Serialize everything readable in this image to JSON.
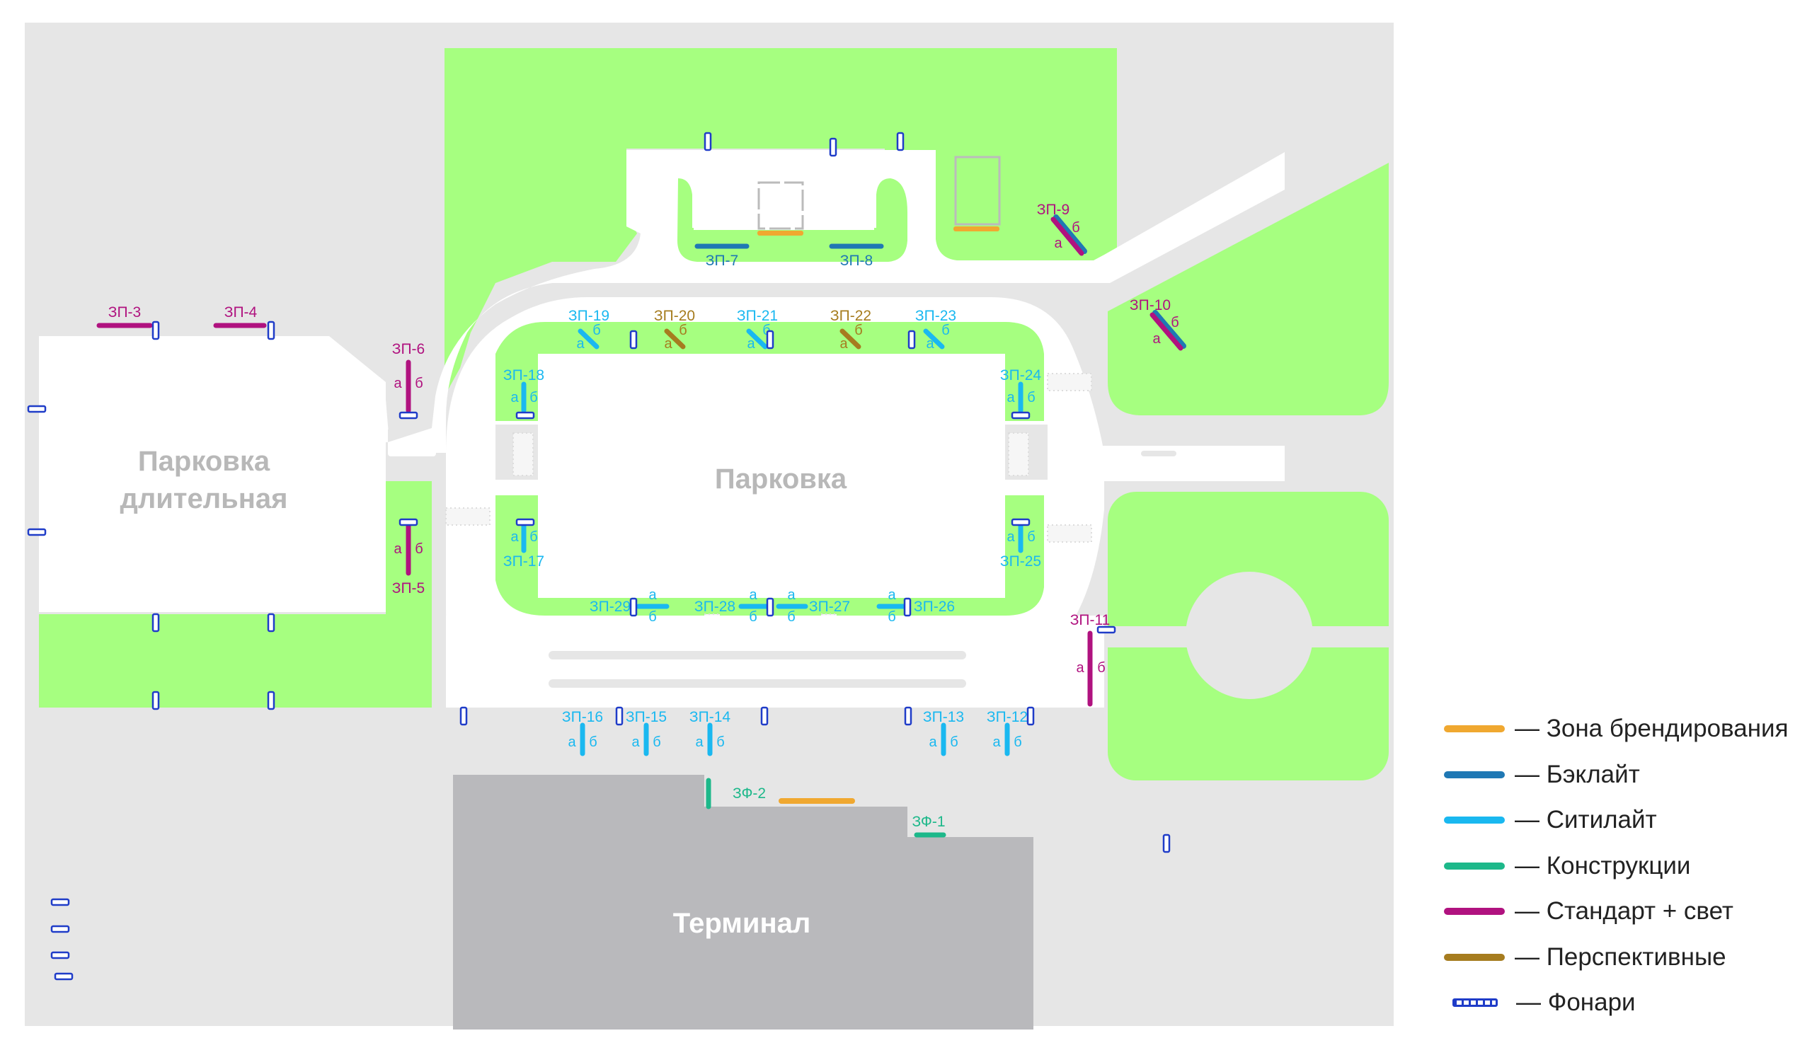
{
  "labels": {
    "parking_long": [
      "Парковка",
      "длительная"
    ],
    "parking": "Парковка",
    "terminal": "Терминал"
  },
  "colors": {
    "branding": "#f0a830",
    "backlight": "#1f78b4",
    "citylight": "#1ab8f0",
    "construction": "#1db88a",
    "standard": "#b0127f",
    "perspective": "#a67c1f",
    "lamps": "#1f3cc8",
    "grass": "#a6ff80",
    "asphalt": "#e6e6e6",
    "road": "#ffffff",
    "terminal": "#b9b9bc"
  },
  "points": [
    {
      "id": "ЗП-3",
      "type": "standard"
    },
    {
      "id": "ЗП-4",
      "type": "standard"
    },
    {
      "id": "ЗП-6",
      "type": "standard",
      "a": "а",
      "b": "б"
    },
    {
      "id": "ЗП-5",
      "type": "standard",
      "a": "а",
      "b": "б"
    },
    {
      "id": "ЗП-7",
      "type": "backlight"
    },
    {
      "id": "ЗП-8",
      "type": "backlight"
    },
    {
      "id": "ЗП-9",
      "type": "standard",
      "a": "а",
      "b": "б"
    },
    {
      "id": "ЗП-10",
      "type": "standard",
      "a": "а",
      "b": "б"
    },
    {
      "id": "ЗП-11",
      "type": "standard",
      "a": "а",
      "b": "б"
    },
    {
      "id": "ЗП-19",
      "type": "citylight",
      "a": "а",
      "b": "б"
    },
    {
      "id": "ЗП-20",
      "type": "perspective",
      "a": "а",
      "b": "б"
    },
    {
      "id": "ЗП-21",
      "type": "citylight",
      "a": "а",
      "b": "б"
    },
    {
      "id": "ЗП-22",
      "type": "perspective",
      "a": "а",
      "b": "б"
    },
    {
      "id": "ЗП-23",
      "type": "citylight",
      "a": "а",
      "b": "б"
    },
    {
      "id": "ЗП-18",
      "type": "citylight",
      "a": "а",
      "b": "б"
    },
    {
      "id": "ЗП-24",
      "type": "citylight",
      "a": "а",
      "b": "б"
    },
    {
      "id": "ЗП-17",
      "type": "citylight",
      "a": "а",
      "b": "б"
    },
    {
      "id": "ЗП-25",
      "type": "citylight",
      "a": "а",
      "b": "б"
    },
    {
      "id": "ЗП-29",
      "type": "citylight",
      "a": "а",
      "b": "б"
    },
    {
      "id": "ЗП-28",
      "type": "citylight",
      "a": "а",
      "b": "б"
    },
    {
      "id": "ЗП-27",
      "type": "citylight",
      "a": "а",
      "b": "б"
    },
    {
      "id": "ЗП-26",
      "type": "citylight",
      "a": "а",
      "b": "б"
    },
    {
      "id": "ЗП-16",
      "type": "citylight",
      "a": "а",
      "b": "б"
    },
    {
      "id": "ЗП-15",
      "type": "citylight",
      "a": "а",
      "b": "б"
    },
    {
      "id": "ЗП-14",
      "type": "citylight",
      "a": "а",
      "b": "б"
    },
    {
      "id": "ЗП-13",
      "type": "citylight",
      "a": "а",
      "b": "б"
    },
    {
      "id": "ЗП-12",
      "type": "citylight",
      "a": "а",
      "b": "б"
    },
    {
      "id": "ЗФ-2",
      "type": "construction"
    },
    {
      "id": "ЗФ-1",
      "type": "construction"
    }
  ],
  "legend": {
    "title": "",
    "items": [
      {
        "key": "branding",
        "label": "— Зона брендирования"
      },
      {
        "key": "backlight",
        "label": "— Бэклайт"
      },
      {
        "key": "citylight",
        "label": "— Ситилайт"
      },
      {
        "key": "construction",
        "label": "— Конструкции"
      },
      {
        "key": "standard",
        "label": "— Стандарт + свет"
      },
      {
        "key": "perspective",
        "label": "— Перспективные"
      },
      {
        "key": "lamps",
        "label": "— Фонари"
      }
    ]
  }
}
